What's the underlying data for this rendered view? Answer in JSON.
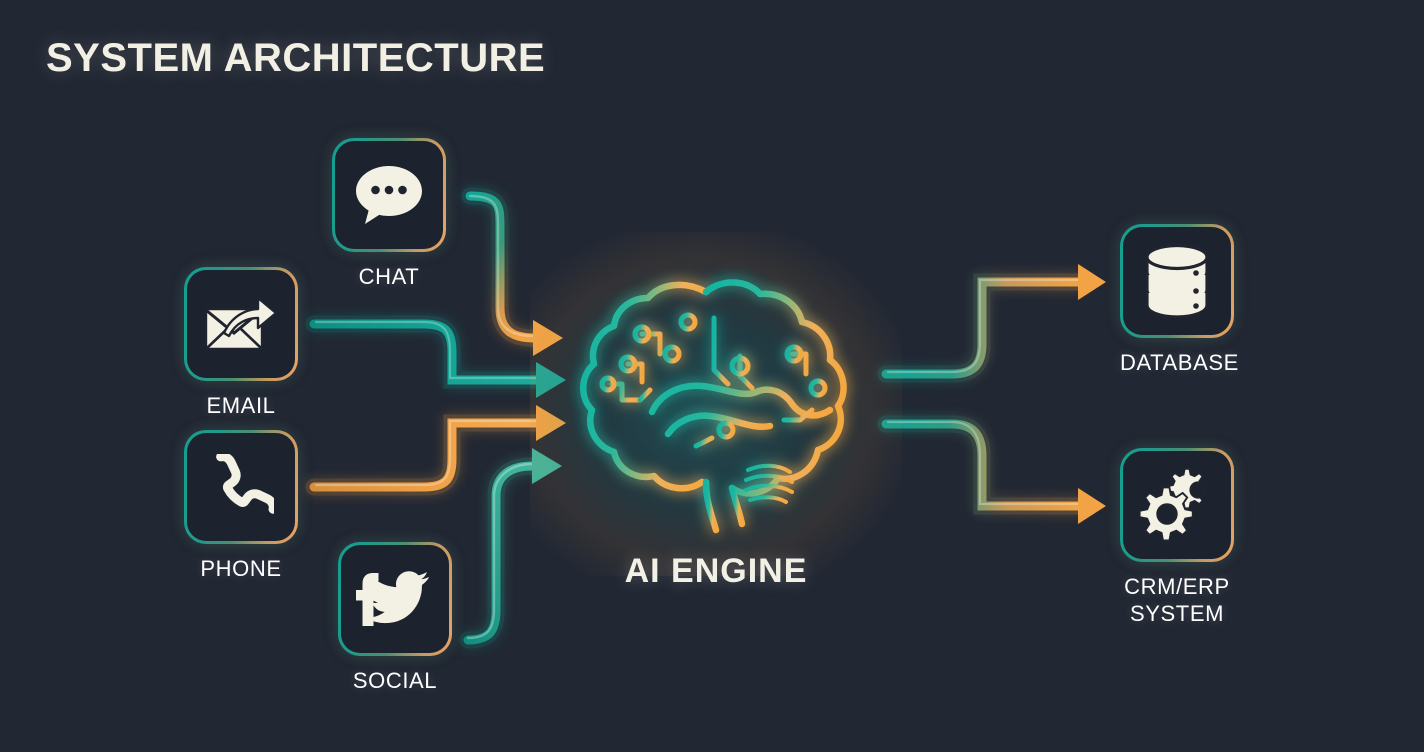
{
  "page": {
    "title": "SYSTEM ARCHITECTURE",
    "background_color": "#212733"
  },
  "colors": {
    "teal": "#14a596",
    "orange": "#f2a345",
    "border_teal": "#12a091",
    "border_orange": "#e8a463",
    "label_white": "#ffffff",
    "title_cream": "#f2f0e4",
    "node_fill": "#1c222e"
  },
  "inputs": [
    {
      "id": "chat",
      "label": "CHAT",
      "icon": "chat-bubble-icon",
      "arrow_color": "#f2a345"
    },
    {
      "id": "email",
      "label": "EMAIL",
      "icon": "envelope-forward-icon",
      "arrow_color": "#14a596"
    },
    {
      "id": "phone",
      "label": "PHONE",
      "icon": "phone-handset-icon",
      "arrow_color": "#f2a345"
    },
    {
      "id": "social",
      "label": "SOCIAL",
      "icon": "social-facebook-twitter-icon",
      "arrow_color": "#14a596"
    }
  ],
  "center": {
    "label": "AI ENGINE",
    "icon": "circuit-brain-icon"
  },
  "outputs": [
    {
      "id": "database",
      "label": "DATABASE",
      "icon": "database-cylinder-icon",
      "arrow_color": "#f2a345"
    },
    {
      "id": "crm",
      "label": "CRM/ERP\nSYSTEM",
      "icon": "gears-icon",
      "arrow_color": "#f2a345"
    }
  ]
}
